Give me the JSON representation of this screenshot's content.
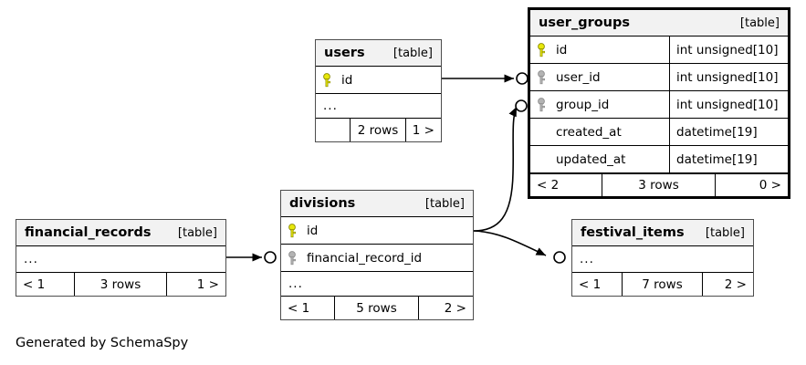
{
  "diagram": {
    "kind_label": "[table]",
    "footnote": "Generated by SchemaSpy",
    "colors": {
      "primary_key": "#e8e80a",
      "foreign_key": "#b3b3b3",
      "header_bg": "#f2f2f2",
      "border": "#000000",
      "background": "#ffffff"
    }
  },
  "tables": {
    "user_groups": {
      "name": "user_groups",
      "kind": "[table]",
      "columns": [
        {
          "name": "id",
          "type": "int unsigned[10]",
          "key": "primary"
        },
        {
          "name": "user_id",
          "type": "int unsigned[10]",
          "key": "foreign"
        },
        {
          "name": "group_id",
          "type": "int unsigned[10]",
          "key": "foreign"
        },
        {
          "name": "created_at",
          "type": "datetime[19]",
          "key": "none"
        },
        {
          "name": "updated_at",
          "type": "datetime[19]",
          "key": "none"
        }
      ],
      "footer": {
        "prev": "< 2",
        "rows": "3 rows",
        "next": "0 >"
      }
    },
    "users": {
      "name": "users",
      "kind": "[table]",
      "columns": [
        {
          "name": "id",
          "type": "",
          "key": "primary"
        }
      ],
      "ellipsis": "...",
      "footer": {
        "prev": "",
        "rows": "2 rows",
        "next": "1 >"
      }
    },
    "divisions": {
      "name": "divisions",
      "kind": "[table]",
      "columns": [
        {
          "name": "id",
          "type": "",
          "key": "primary"
        },
        {
          "name": "financial_record_id",
          "type": "",
          "key": "foreign"
        }
      ],
      "ellipsis": "...",
      "footer": {
        "prev": "< 1",
        "rows": "5 rows",
        "next": "2 >"
      }
    },
    "financial_records": {
      "name": "financial_records",
      "kind": "[table]",
      "columns": [],
      "ellipsis": "...",
      "footer": {
        "prev": "< 1",
        "rows": "3 rows",
        "next": "1 >"
      }
    },
    "festival_items": {
      "name": "festival_items",
      "kind": "[table]",
      "columns": [],
      "ellipsis": "...",
      "footer": {
        "prev": "< 1",
        "rows": "7 rows",
        "next": "2 >"
      }
    }
  },
  "relationships": [
    {
      "from": "users.id",
      "to": "user_groups.user_id"
    },
    {
      "from": "divisions.id",
      "to": "user_groups.group_id"
    },
    {
      "from": "divisions.id",
      "to": "festival_items"
    },
    {
      "from": "financial_records",
      "to": "divisions.financial_record_id"
    }
  ]
}
